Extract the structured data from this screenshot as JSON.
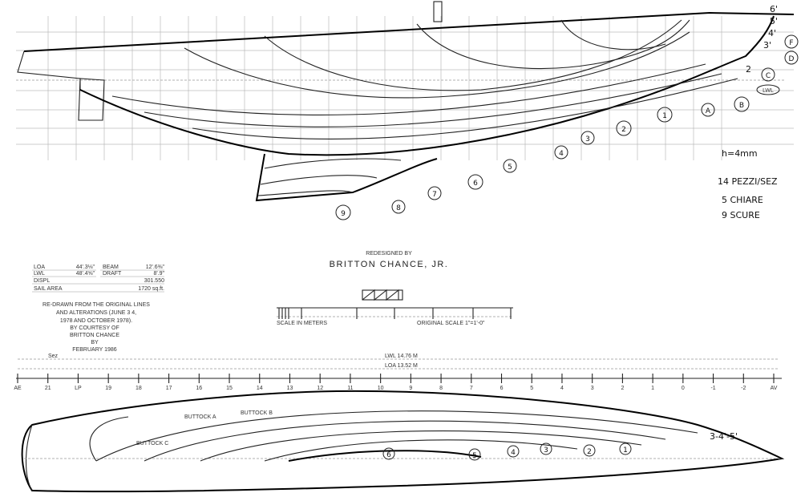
{
  "profile_markers": [
    "9",
    "8",
    "7",
    "6",
    "5",
    "4",
    "3",
    "2",
    "1",
    "A",
    "B",
    "C",
    "D",
    "F",
    "6'",
    "5'",
    "4'",
    "3'",
    "2",
    "LWL"
  ],
  "notes": {
    "h": "h=4mm",
    "pieces": "14 PEZZI/SEZ",
    "light": "5 CHIARE",
    "dark": "9 SCURE"
  },
  "credit": {
    "line1": "REDESIGNED BY",
    "line2": "BRITTON CHANCE, JR."
  },
  "specs": [
    {
      "label": "LOA",
      "value": "44'.3⅛\""
    },
    {
      "label": "LWL",
      "value": "48'.4⅝\""
    },
    {
      "label": "DISPL",
      "value": ""
    },
    {
      "label": "SAIL AREA",
      "value": ""
    },
    {
      "label": "BEAM",
      "value": "12'.6⅜\""
    },
    {
      "label": "DRAFT",
      "value": "8'.9\""
    },
    {
      "label": "",
      "value": "301.550"
    },
    {
      "label": "",
      "value": "1720 sq.ft."
    }
  ],
  "description": [
    "RE-DRAWN FROM THE ORIGINAL LINES",
    "AND ALTERATIONS (JUNE 3 4,",
    "1978 AND OCTOBER 1978).",
    "BY COURTESY OF",
    "BRITTON CHANCE",
    "BY",
    "FEBRUARY 1986"
  ],
  "scale": {
    "left": "SCALE IN METERS",
    "right": "ORIGINAL SCALE 1\"=1'-0\""
  },
  "dimensions": {
    "lwl": "LWL 14.76 M",
    "loa": "LOA 13.52 M",
    "start": "Sez"
  },
  "stations": [
    "AE",
    "21",
    "LP",
    "19",
    "18",
    "17",
    "16",
    "15",
    "14",
    "13",
    "12",
    "11",
    "10",
    "9",
    "8",
    "7",
    "6",
    "5",
    "4",
    "3",
    "2",
    "1",
    "0",
    "-1",
    "-2",
    "AV"
  ],
  "plan_markers": [
    "6",
    "5",
    "4",
    "3",
    "2",
    "1"
  ],
  "plan_labels": {
    "buttock_a": "BUTTOCK A",
    "buttock_b": "BUTTOCK B",
    "buttock_c": "BUTTOCK C",
    "note": "3-4'-5'"
  }
}
